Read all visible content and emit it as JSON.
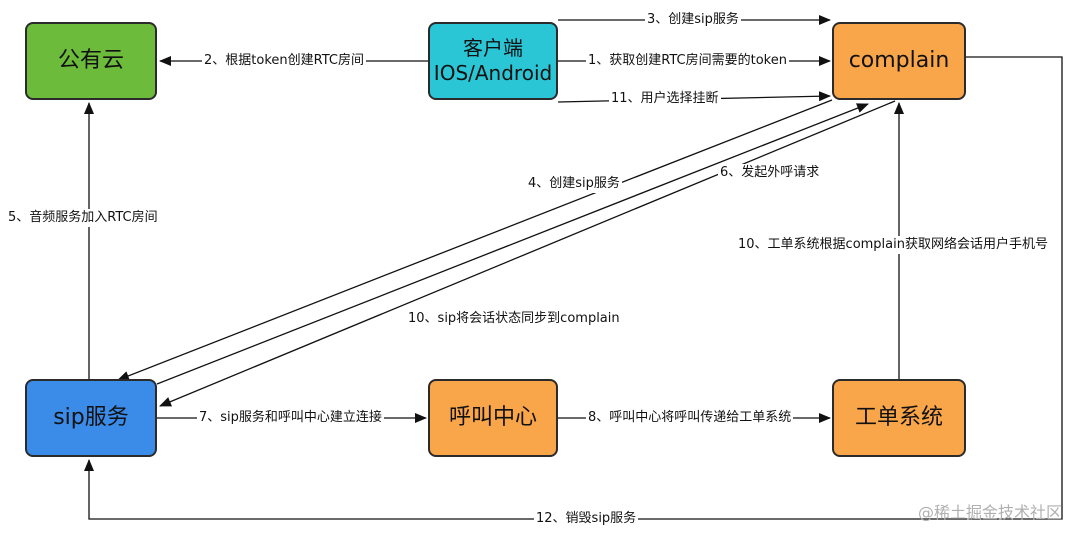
{
  "nodes": {
    "cloud": "公有云",
    "client_line1": "客户端",
    "client_line2": "IOS/Android",
    "complain": "complain",
    "sip": "sip服务",
    "call": "呼叫中心",
    "order": "工单系统"
  },
  "edges": {
    "e1": "1、获取创建RTC房间需要的token",
    "e2": "2、根据token创建RTC房间",
    "e3": "3、创建sip服务",
    "e4": "4、创建sip服务",
    "e5": "5、音频服务加入RTC房间",
    "e6": "6、发起外呼请求",
    "e7": "7、sip服务和呼叫中心建立连接",
    "e8": "8、呼叫中心将呼叫传递给工单系统",
    "e10a": "10、sip将会话状态同步到complain",
    "e10b": "10、工单系统根据complain获取网络会话用户手机号",
    "e11": "11、用户选择挂断",
    "e12": "12、销毁sip服务"
  },
  "watermark": "@稀土掘金技术社区"
}
